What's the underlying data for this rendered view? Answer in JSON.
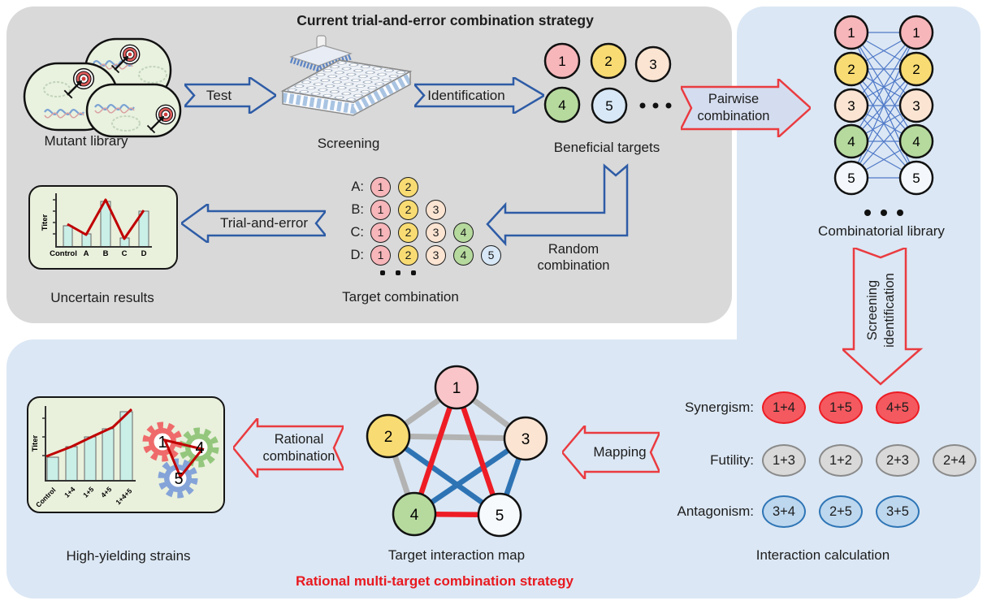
{
  "titles": {
    "current": "Current trial-and-error combination strategy",
    "rational": "Rational multi-target combination strategy"
  },
  "targets": [
    "1",
    "2",
    "3",
    "4",
    "5"
  ],
  "current_panel": {
    "labels": {
      "mutant_library": "Mutant library",
      "screening": "Screening",
      "beneficial_targets": "Beneficial targets",
      "target_combination": "Target combination",
      "uncertain_results": "Uncertain results"
    },
    "arrows": {
      "test": "Test",
      "identification": "Identification",
      "trial_and_error": "Trial-and-error",
      "random_line1": "Random",
      "random_line2": "combination"
    },
    "combination_rows": [
      {
        "label": "A:",
        "targets": [
          "1",
          "2"
        ]
      },
      {
        "label": "B:",
        "targets": [
          "1",
          "2",
          "3"
        ]
      },
      {
        "label": "C:",
        "targets": [
          "1",
          "2",
          "3",
          "4"
        ]
      },
      {
        "label": "D:",
        "targets": [
          "1",
          "2",
          "3",
          "4",
          "5"
        ]
      }
    ],
    "uncertain_chart": {
      "type": "bar",
      "ylabel": "Titer",
      "categories": [
        "Control",
        "A",
        "B",
        "C",
        "D"
      ],
      "values_relative": [
        0.4,
        0.25,
        0.85,
        0.18,
        0.67
      ],
      "annotation": "red zigzag trend line over bars"
    }
  },
  "right_panel": {
    "arrows": {
      "pairwise_line1": "Pairwise",
      "pairwise_line2": "combination",
      "screening_id_line1": "Screening",
      "screening_id_line2": "identification"
    },
    "combinatorial_library_label": "Combinatorial library"
  },
  "bottom_panel": {
    "interaction": {
      "synergism_label": "Synergism:",
      "synergism_pairs": [
        "1+4",
        "1+5",
        "4+5"
      ],
      "futility_label": "Futility:",
      "futility_pairs": [
        "1+3",
        "1+2",
        "2+3",
        "2+4"
      ],
      "antagonism_label": "Antagonism:",
      "antagonism_pairs": [
        "3+4",
        "2+5",
        "3+5"
      ],
      "caption": "Interaction calculation"
    },
    "arrows": {
      "mapping": "Mapping",
      "rational_line1": "Rational",
      "rational_line2": "combination"
    },
    "interaction_map": {
      "caption": "Target interaction map",
      "synergism_edges": [
        "1-4",
        "1-5",
        "4-5"
      ],
      "futility_edges": [
        "1-2",
        "1-3",
        "2-3",
        "2-4"
      ],
      "antagonism_edges": [
        "2-5",
        "3-4",
        "3-5"
      ]
    },
    "high_yielding_label": "High-yielding strains",
    "yield_chart": {
      "type": "bar",
      "ylabel": "Titer",
      "categories": [
        "Control",
        "1+4",
        "1+5",
        "4+5",
        "1+4+5"
      ],
      "values_relative": [
        0.33,
        0.47,
        0.61,
        0.72,
        0.96
      ],
      "annotation": "red rising trend line over bars"
    },
    "gear_numbers": [
      "1",
      "4",
      "5"
    ]
  },
  "colors": {
    "panel_gray": "#d9d9d9",
    "panel_blue": "#dbe7f4",
    "blue_arrow": "#2e5ca6",
    "red_arrow": "#ea3b40",
    "red_caption": "#e8191f",
    "target_1": "#f6b6ba",
    "target_2": "#f8dc73",
    "target_3": "#fbe4d2",
    "target_4": "#b6da9e",
    "target_5": "#d8e8f6",
    "synergism_fill": "#f4595f",
    "futility_fill": "#d9d9d9",
    "antagonism_fill": "#bdd7ee",
    "edge_gray": "#b3b3b3",
    "edge_blue": "#2e74b5",
    "edge_red": "#ee1c25",
    "bar_fill": "#c9efe7",
    "trend_line": "#c00000",
    "card_bg": "#e9f0dc"
  }
}
